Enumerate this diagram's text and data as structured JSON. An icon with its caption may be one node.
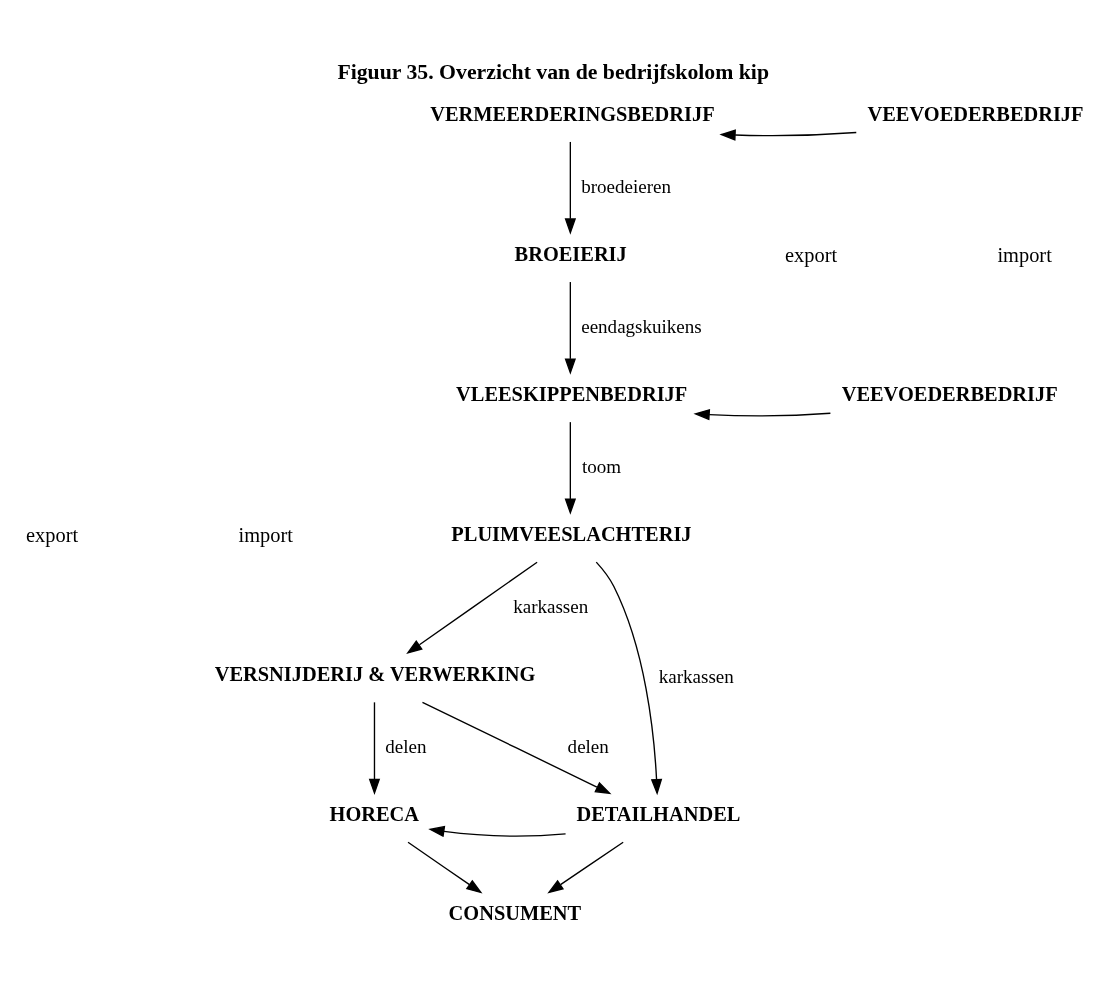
{
  "diagram": {
    "title": "Figuur 35. Overzicht van de bedrijfskolom kip",
    "nodes": [
      {
        "text": [
          "VERMEERDERINGSBEDRIJF"
        ]
      },
      {
        "text": [
          "VEEVOEDERBEDRIJF"
        ]
      },
      {
        "text": [
          "BROEIERIJ"
        ]
      },
      {
        "text": [
          "VLEESKIPPENBEDRIJF"
        ]
      },
      {
        "text": [
          "VEEVOEDERBEDRIJF"
        ]
      },
      {
        "text": [
          "PLUIMVEESLACHTERIJ"
        ]
      },
      {
        "text": [
          "VERSNIJDERIJ & VERWERKING"
        ]
      },
      {
        "text": [
          "HORECA"
        ]
      },
      {
        "text": [
          "DETAILHANDEL"
        ]
      },
      {
        "text": [
          "CONSUMENT"
        ]
      }
    ],
    "edges": [
      {
        "from": 1,
        "to": 0,
        "arrow": "to"
      },
      {
        "from": 0,
        "to": 2,
        "arrow": "to",
        "label": "broedeieren"
      },
      {
        "from": 2,
        "to": 3,
        "arrow": "to",
        "label": "eendagskuikens"
      },
      {
        "from": 4,
        "to": 3,
        "arrow": "to"
      },
      {
        "from": 3,
        "to": 5,
        "arrow": "to",
        "label": "toom"
      },
      {
        "from": 5,
        "to": 6,
        "arrow": "to",
        "label": "karkassen"
      },
      {
        "from": 5,
        "to": 8,
        "arrow": "to",
        "label": "karkassen"
      },
      {
        "from": 6,
        "to": 7,
        "arrow": "to",
        "label": "delen"
      },
      {
        "from": 6,
        "to": 8,
        "arrow": "to",
        "label": "delen"
      },
      {
        "from": 8,
        "to": 7,
        "arrow": "to"
      },
      {
        "from": 7,
        "to": 9,
        "arrow": "to"
      },
      {
        "from": 8,
        "to": 9,
        "arrow": "to"
      }
    ],
    "labels": [
      "export",
      "import",
      "export",
      "import"
    ]
  }
}
